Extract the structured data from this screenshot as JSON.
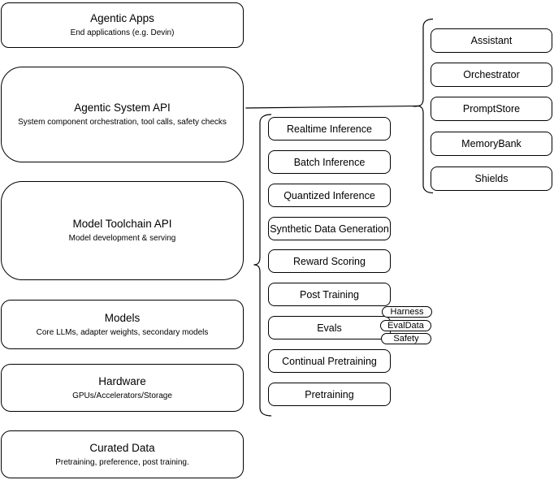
{
  "left_stack": [
    {
      "title": "Agentic Apps",
      "subtitle": "End applications (e.g. Devin)"
    },
    {
      "title": "Agentic System API",
      "subtitle": "System component orchestration, tool calls, safety checks"
    },
    {
      "title": "Model Toolchain API",
      "subtitle": "Model development & serving"
    },
    {
      "title": "Models",
      "subtitle": "Core LLMs, adapter weights, secondary models"
    },
    {
      "title": "Hardware",
      "subtitle": "GPUs/Accelerators/Storage"
    },
    {
      "title": "Curated Data",
      "subtitle": "Pretraining, preference, post training."
    }
  ],
  "toolchain_items": [
    "Realtime Inference",
    "Batch Inference",
    "Quantized Inference",
    "Synthetic Data Generation",
    "Reward Scoring",
    "Post Training",
    "Evals",
    "Continual Pretraining",
    "Pretraining"
  ],
  "eval_tags": [
    "Harness",
    "EvalData",
    "Safety"
  ],
  "system_components": [
    "Assistant",
    "Orchestrator",
    "PromptStore",
    "MemoryBank",
    "Shields"
  ],
  "colors": {
    "stroke": "#000000",
    "fill": "#ffffff",
    "text": "#000000"
  }
}
